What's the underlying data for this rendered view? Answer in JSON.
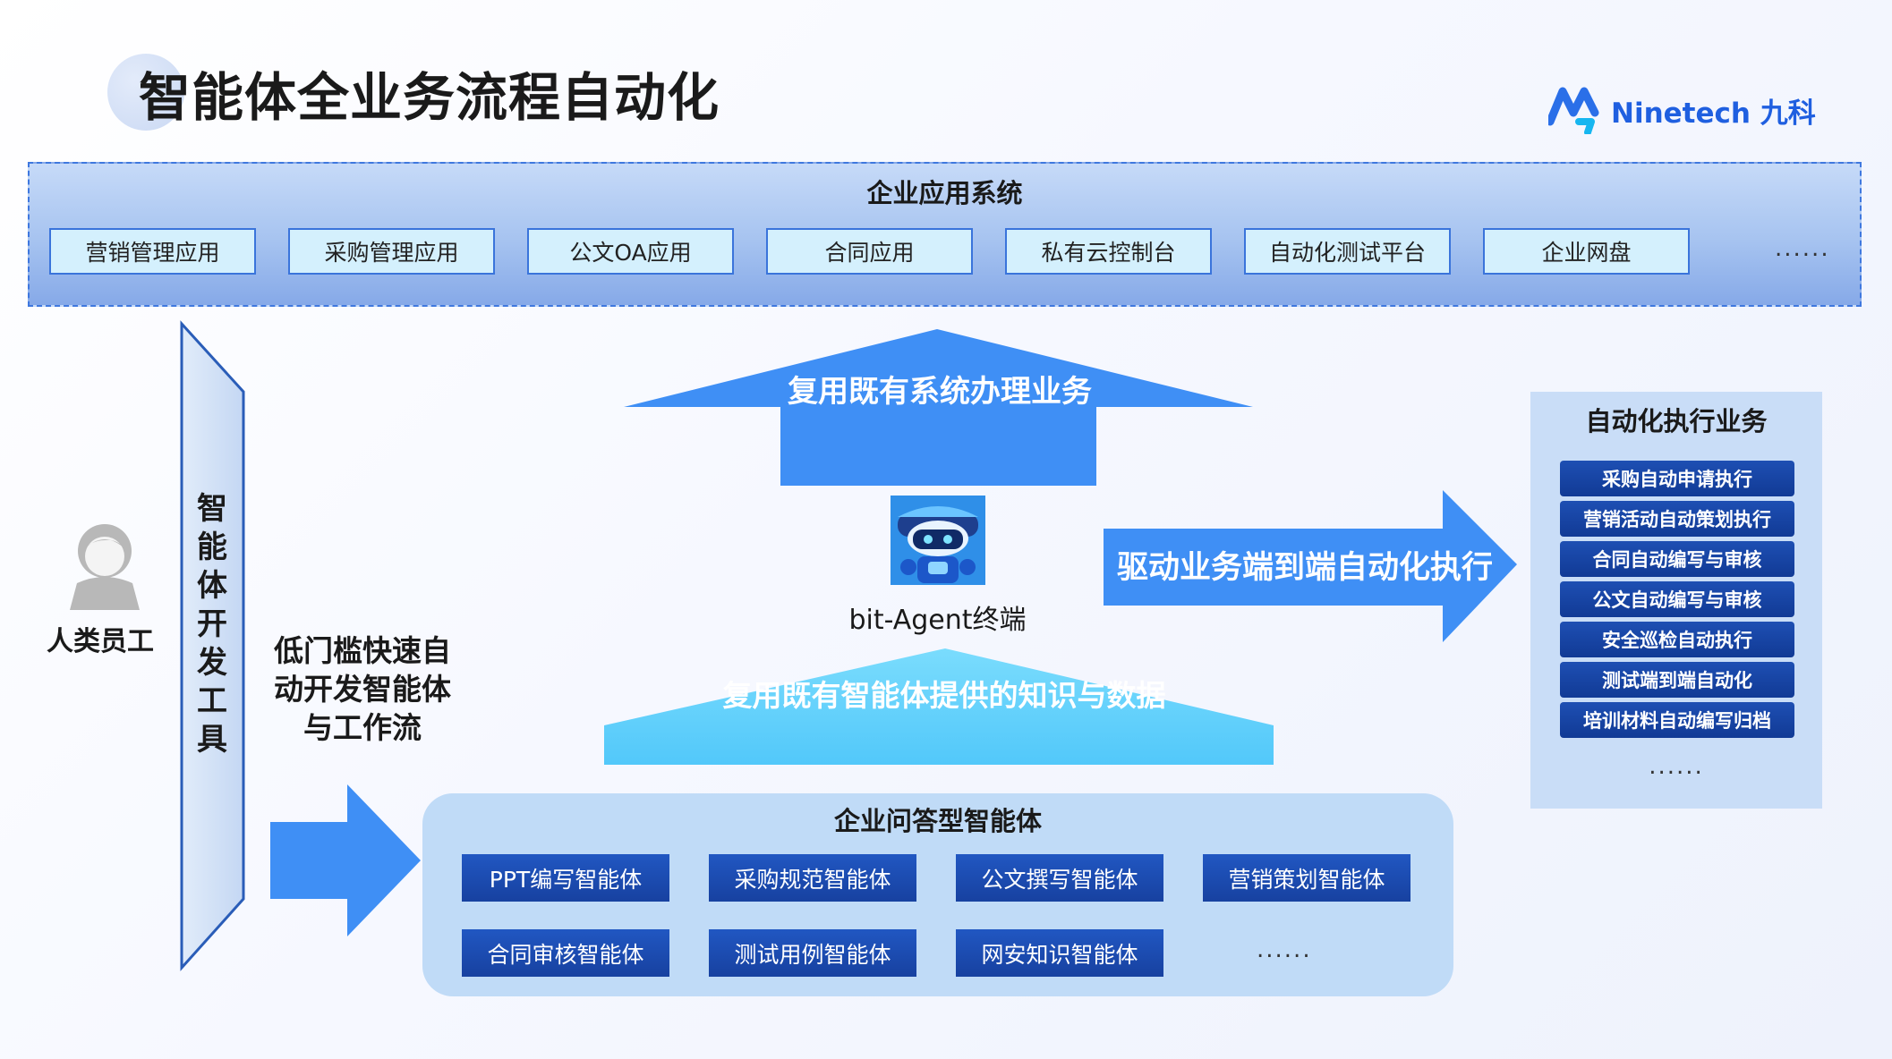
{
  "page": {
    "title": "智能体全业务流程自动化"
  },
  "logo": {
    "text": "Ninetech 九科",
    "icon": "ninetech-logo-icon"
  },
  "enterprise_system": {
    "title": "企业应用系统",
    "apps": [
      "营销管理应用",
      "采购管理应用",
      "公文OA应用",
      "合同应用",
      "私有云控制台",
      "自动化测试平台",
      "企业网盘"
    ],
    "more": "......"
  },
  "human": {
    "label": "人类员工",
    "icon": "user-avatar-icon"
  },
  "dev_tool": {
    "label": "智能体开发工具"
  },
  "lowcode_text": "低门槛快速自动开发智能体与工作流",
  "arrows": {
    "reuse_systems": "复用既有系统办理业务",
    "reuse_knowledge": "复用既有智能体提供的知识与数据",
    "drive": "驱动业务端到端自动化执行"
  },
  "agent_terminal": {
    "label": "bit-Agent终端",
    "icon": "robot-icon"
  },
  "auto_panel": {
    "title": "自动化执行业务",
    "tasks": [
      "采购自动申请执行",
      "营销活动自动策划执行",
      "合同自动编写与审核",
      "公文自动编写与审核",
      "安全巡检自动执行",
      "测试端到端自动化",
      "培训材料自动编写归档"
    ],
    "more": "......"
  },
  "qa_panel": {
    "title": "企业问答型智能体",
    "agents": [
      "PPT编写智能体",
      "采购规范智能体",
      "公文撰写智能体",
      "营销策划智能体",
      "合同审核智能体",
      "测试用例智能体",
      "网安知识智能体"
    ],
    "more": "......"
  },
  "colors": {
    "primary_blue": "#3f8ff5",
    "light_blue": "#62d0fb",
    "dark_button": "#1741a0",
    "panel_bg": "#c0dbf7"
  }
}
